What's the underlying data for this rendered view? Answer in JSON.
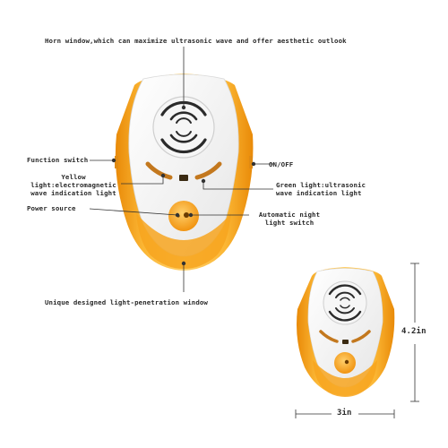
{
  "labels": {
    "horn_window": "Horn window,which can maximize ultrasonic wave and offer aesthetic outlook",
    "function_switch": "Function switch",
    "yellow_light": "Yellow\nlight:electromagnetic\nwave indication light",
    "power_source": "Power source",
    "on_off": "ON/OFF",
    "green_light": "Green light:ultrasonic\nwave indication light",
    "auto_night": "Automatic night\nlight switch",
    "unique_window": "Unique designed light-penetration window"
  },
  "dimensions": {
    "height": "4.2in",
    "width": "3in"
  },
  "colors": {
    "shell_orange": "#f7a51e",
    "shell_dark": "#d9820a",
    "body_white": "#ffffff",
    "speaker_lines": "#2b2b2b",
    "label_text": "#2a2a2a"
  }
}
